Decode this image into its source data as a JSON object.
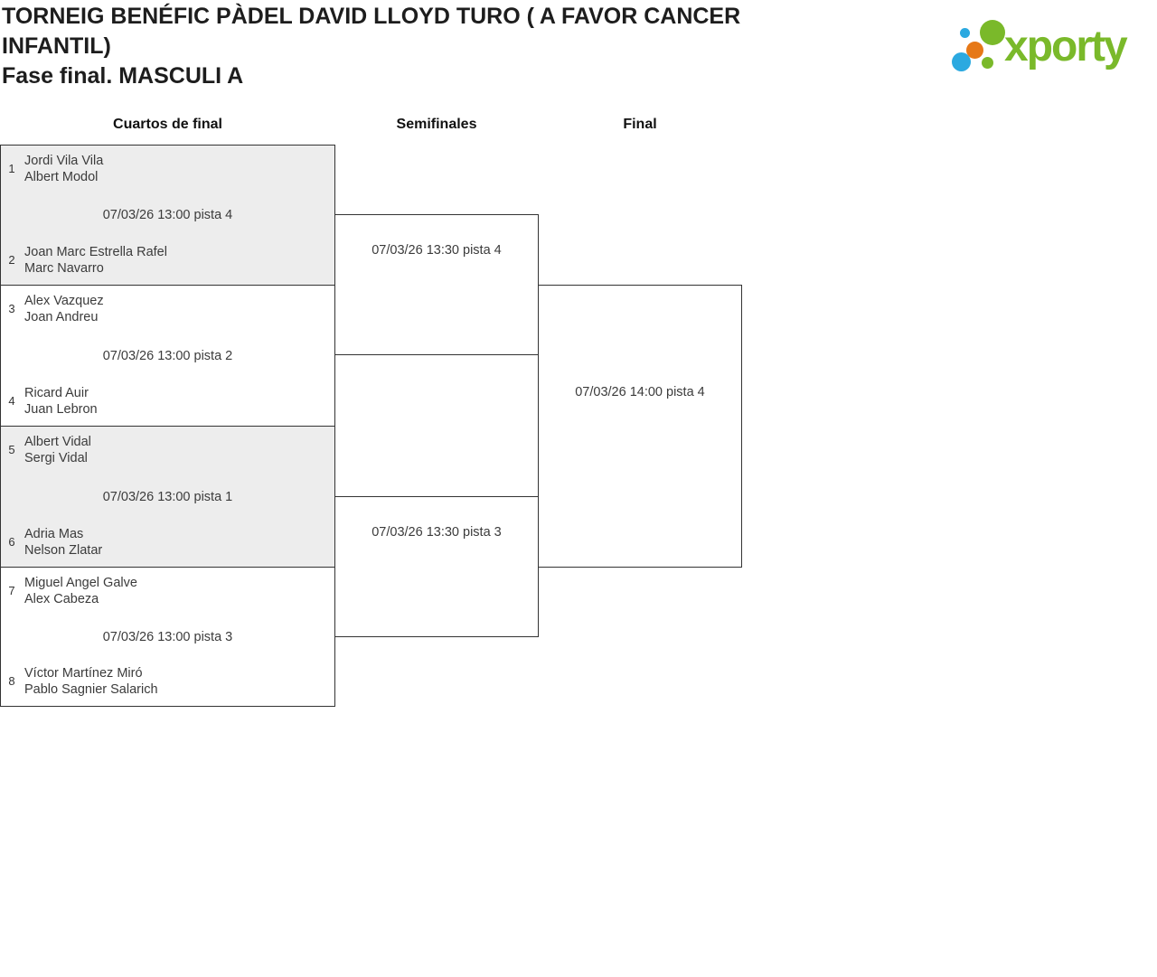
{
  "header": {
    "title_line1": "TORNEIG BENÉFIC PÀDEL DAVID LLOYD TURO ( A FAVOR CANCER",
    "title_line2": "INFANTIL)",
    "subtitle": "Fase final. MASCULI A"
  },
  "logo": {
    "brand": "xporty",
    "colors": {
      "green": "#7ab92a",
      "blue": "#2ba9e0",
      "orange": "#e67817"
    }
  },
  "bracket": {
    "round_labels": [
      "Cuartos de final",
      "Semifinales",
      "Final"
    ],
    "colors": {
      "box_border": "#333333",
      "shaded_match_bg": "#ededed"
    },
    "quarterfinals": [
      {
        "seed_top": "1",
        "player_top1": "Jordi Vila Vila",
        "player_top2": "Albert Modol",
        "info": "07/03/26 13:00 pista 4",
        "seed_bottom": "2",
        "player_bottom1": "Joan Marc Estrella Rafel",
        "player_bottom2": "Marc Navarro"
      },
      {
        "seed_top": "3",
        "player_top1": "Alex Vazquez",
        "player_top2": "Joan Andreu",
        "info": "07/03/26 13:00 pista 2",
        "seed_bottom": "4",
        "player_bottom1": "Ricard Auir",
        "player_bottom2": "Juan Lebron"
      },
      {
        "seed_top": "5",
        "player_top1": "Albert Vidal",
        "player_top2": "Sergi Vidal",
        "info": "07/03/26 13:00 pista 1",
        "seed_bottom": "6",
        "player_bottom1": "Adria Mas",
        "player_bottom2": "Nelson Zlatar"
      },
      {
        "seed_top": "7",
        "player_top1": "Miguel Angel Galve",
        "player_top2": "Alex Cabeza",
        "info": "07/03/26 13:00 pista 3",
        "seed_bottom": "8",
        "player_bottom1": "Víctor Martínez Miró",
        "player_bottom2": "Pablo Sagnier Salarich"
      }
    ],
    "semifinals": [
      {
        "info": "07/03/26 13:30 pista 4"
      },
      {
        "info": "07/03/26 13:30 pista 3"
      }
    ],
    "final": {
      "info": "07/03/26 14:00 pista 4"
    }
  }
}
